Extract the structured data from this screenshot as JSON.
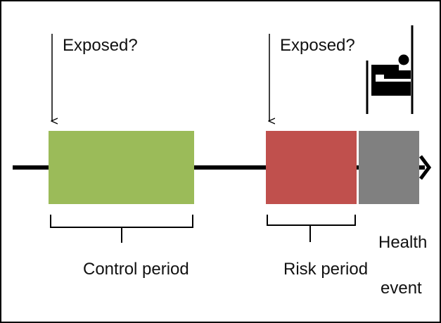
{
  "diagram": {
    "exposed_label_control": "Exposed?",
    "exposed_label_risk": "Exposed?",
    "control_period_label": "Control period",
    "risk_period_label": "Risk period",
    "health_event_line1": "Health",
    "health_event_line2": "event",
    "icon": "person-in-bed-icon",
    "colors": {
      "control": "#9bbb59",
      "risk": "#c0504d",
      "event": "#808080",
      "line": "#000000",
      "frame": "#000000"
    }
  }
}
